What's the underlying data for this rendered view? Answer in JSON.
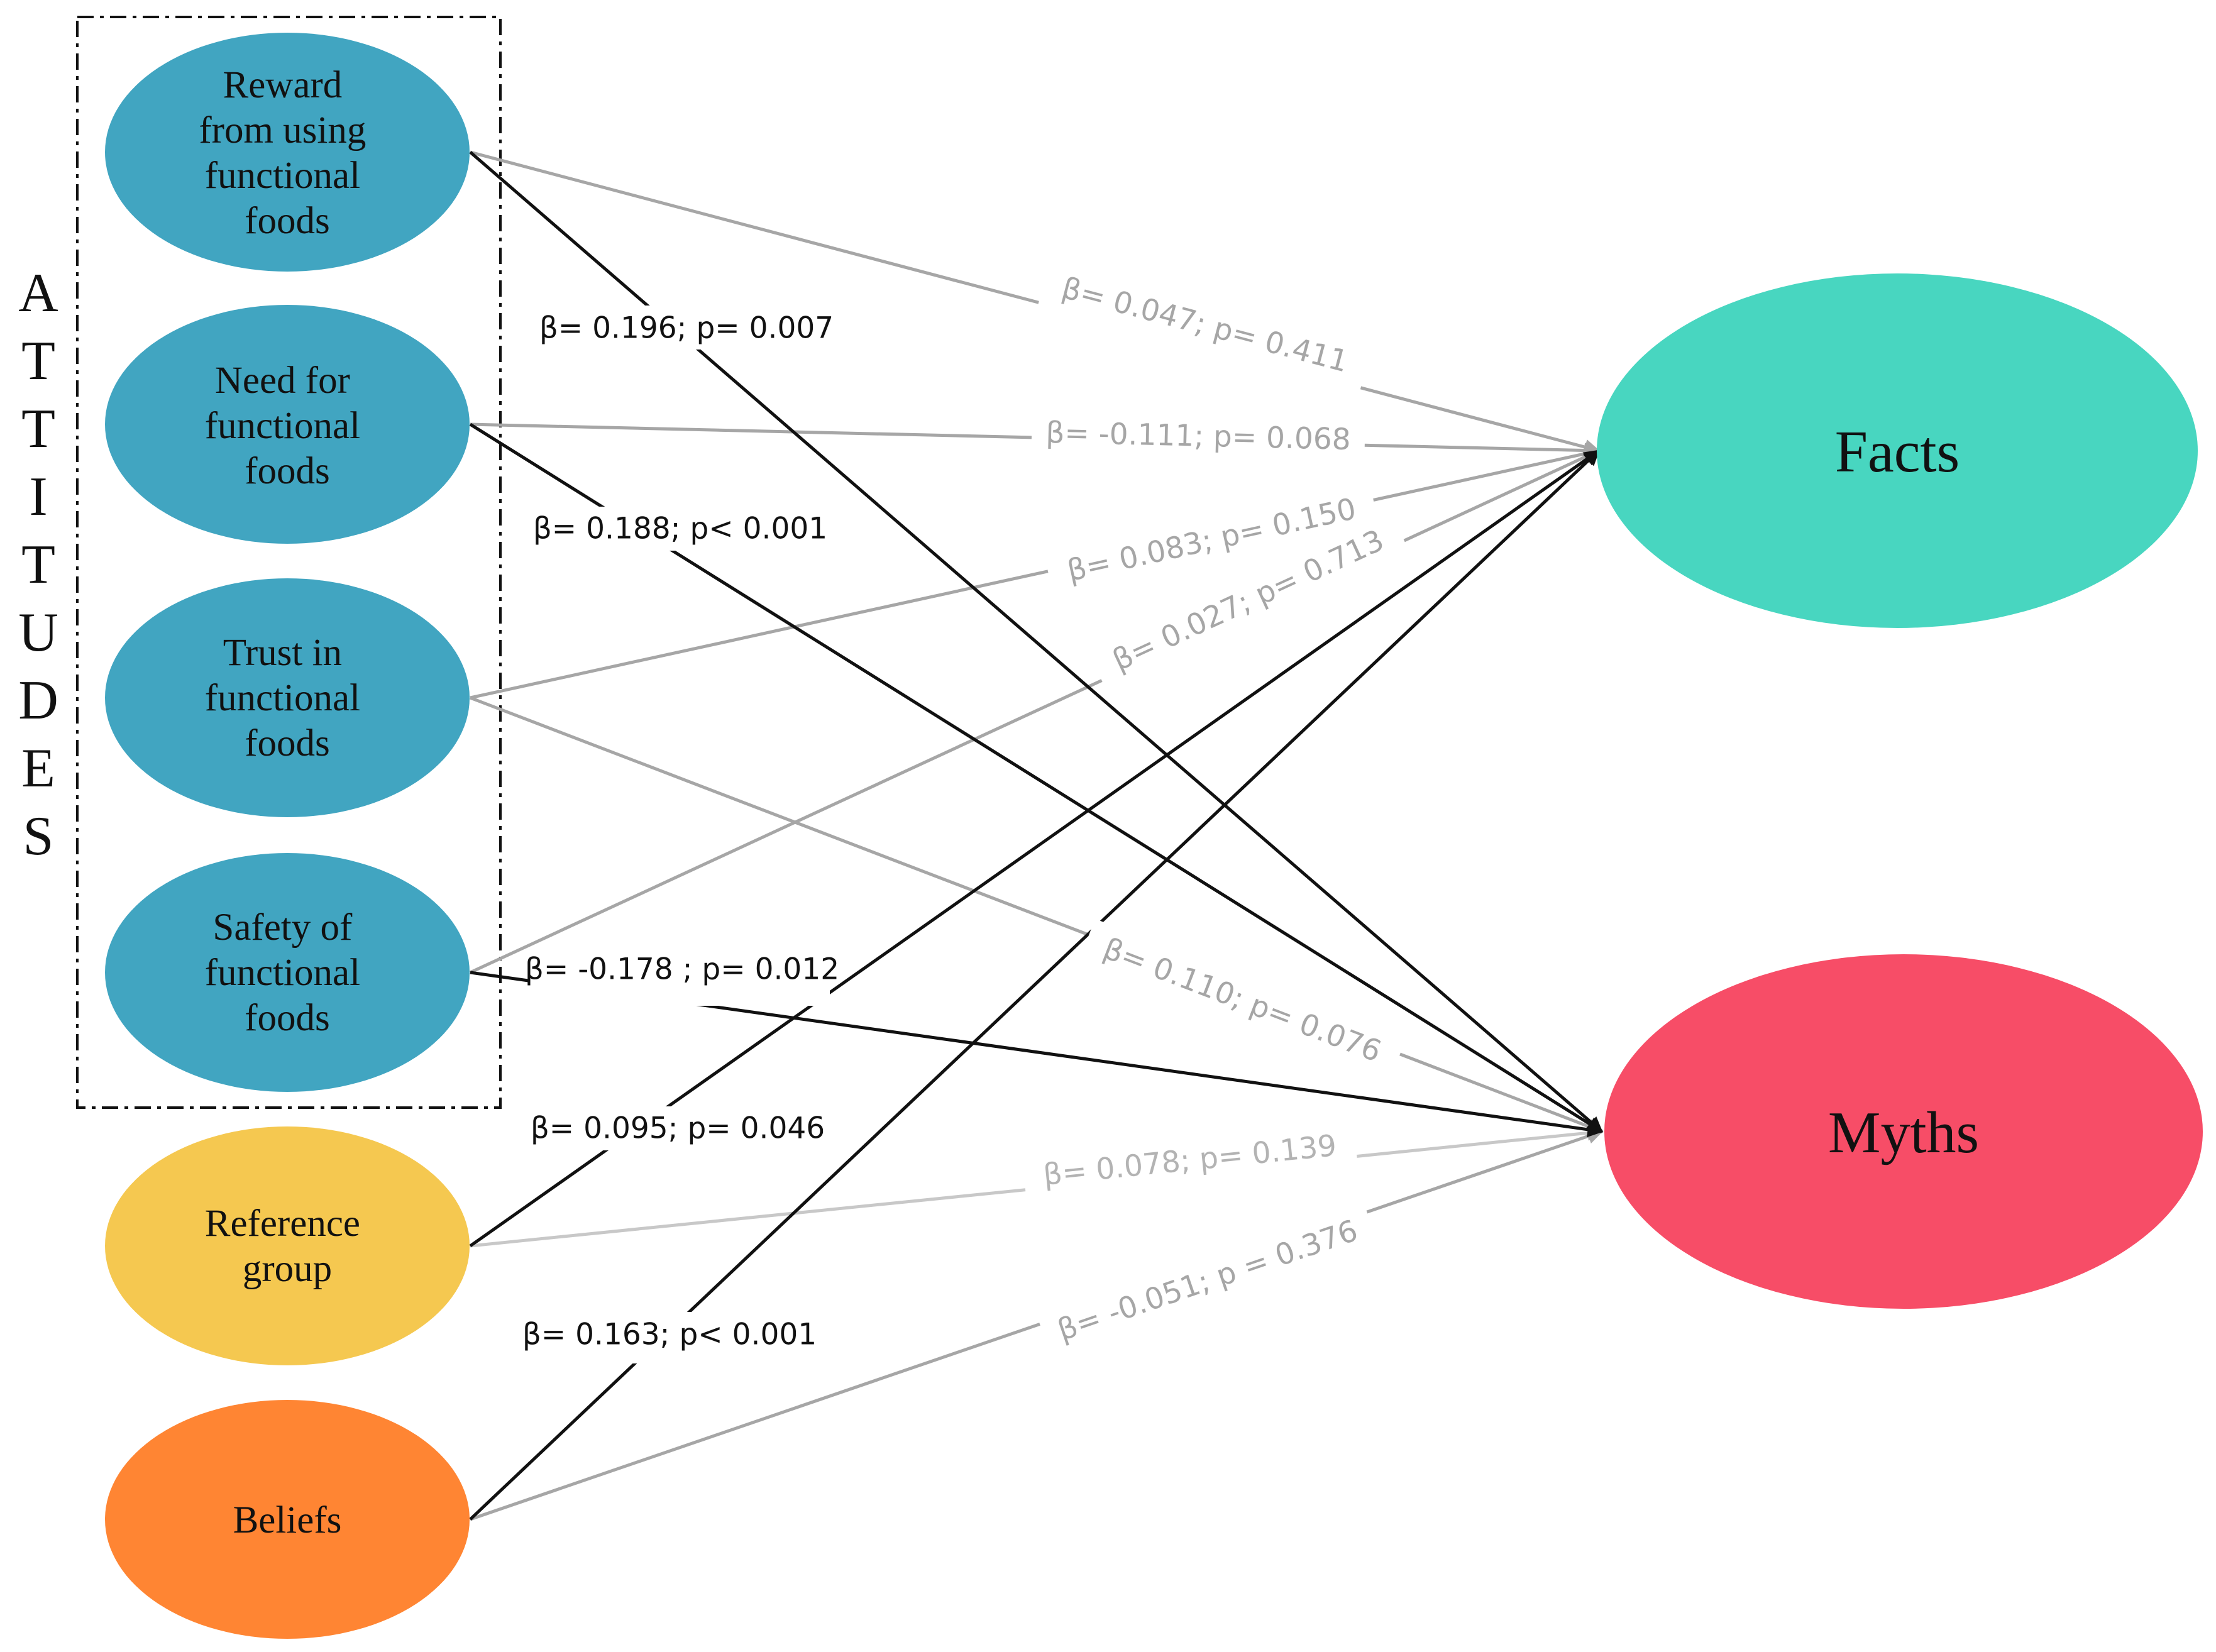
{
  "group": {
    "label_letters": [
      "A",
      "T",
      "T",
      "I",
      "T",
      "U",
      "D",
      "E",
      "S"
    ]
  },
  "nodes": {
    "reward": {
      "lines": [
        "Reward",
        "from using",
        "functional",
        "foods"
      ],
      "color": "#41A5C1"
    },
    "need": {
      "lines": [
        "Need for",
        "functional",
        "foods"
      ],
      "color": "#41A5C1"
    },
    "trust": {
      "lines": [
        "Trust in",
        "functional",
        "foods"
      ],
      "color": "#41A5C1"
    },
    "safety": {
      "lines": [
        "Safety of",
        "functional",
        "foods"
      ],
      "color": "#41A5C1"
    },
    "reference": {
      "lines": [
        "Reference",
        "group"
      ],
      "color": "#F5C850"
    },
    "beliefs": {
      "lines": [
        "Beliefs"
      ],
      "color": "#FF8533"
    },
    "facts": {
      "lines": [
        "Facts"
      ],
      "color": "#48D6C0"
    },
    "myths": {
      "lines": [
        "Myths"
      ],
      "color": "#F74D67"
    }
  },
  "edges": [
    {
      "id": "reward-facts",
      "label": "β= 0.047; p= 0.411",
      "significant": false
    },
    {
      "id": "reward-myths",
      "label": "β= 0.196; p= 0.007",
      "significant": true
    },
    {
      "id": "need-facts",
      "label": "β= -0.111; p= 0.068",
      "significant": false
    },
    {
      "id": "need-myths",
      "label": "β= 0.188; p< 0.001",
      "significant": true
    },
    {
      "id": "trust-facts",
      "label": "β= 0.083; p= 0.150",
      "significant": false
    },
    {
      "id": "safety-facts",
      "label": "β= 0.027; p= 0.713",
      "significant": false
    },
    {
      "id": "trust-myths",
      "label": "β= 0.110; p= 0.076",
      "significant": false
    },
    {
      "id": "safety-myths",
      "label": "β= -0.178 ; p= 0.012",
      "significant": true
    },
    {
      "id": "reference-facts",
      "label": "β= 0.095; p= 0.046",
      "significant": true
    },
    {
      "id": "reference-myths",
      "label": "β= 0.078; p= 0.139",
      "significant": false
    },
    {
      "id": "beliefs-facts",
      "label": "β= 0.163; p< 0.001",
      "significant": true
    },
    {
      "id": "beliefs-myths",
      "label": "β= -0.051; p = 0.376",
      "significant": false
    }
  ],
  "colors": {
    "significant_path": "#111111",
    "nonsignificant_path": "#a6a6a6",
    "group_border": "#111111"
  }
}
